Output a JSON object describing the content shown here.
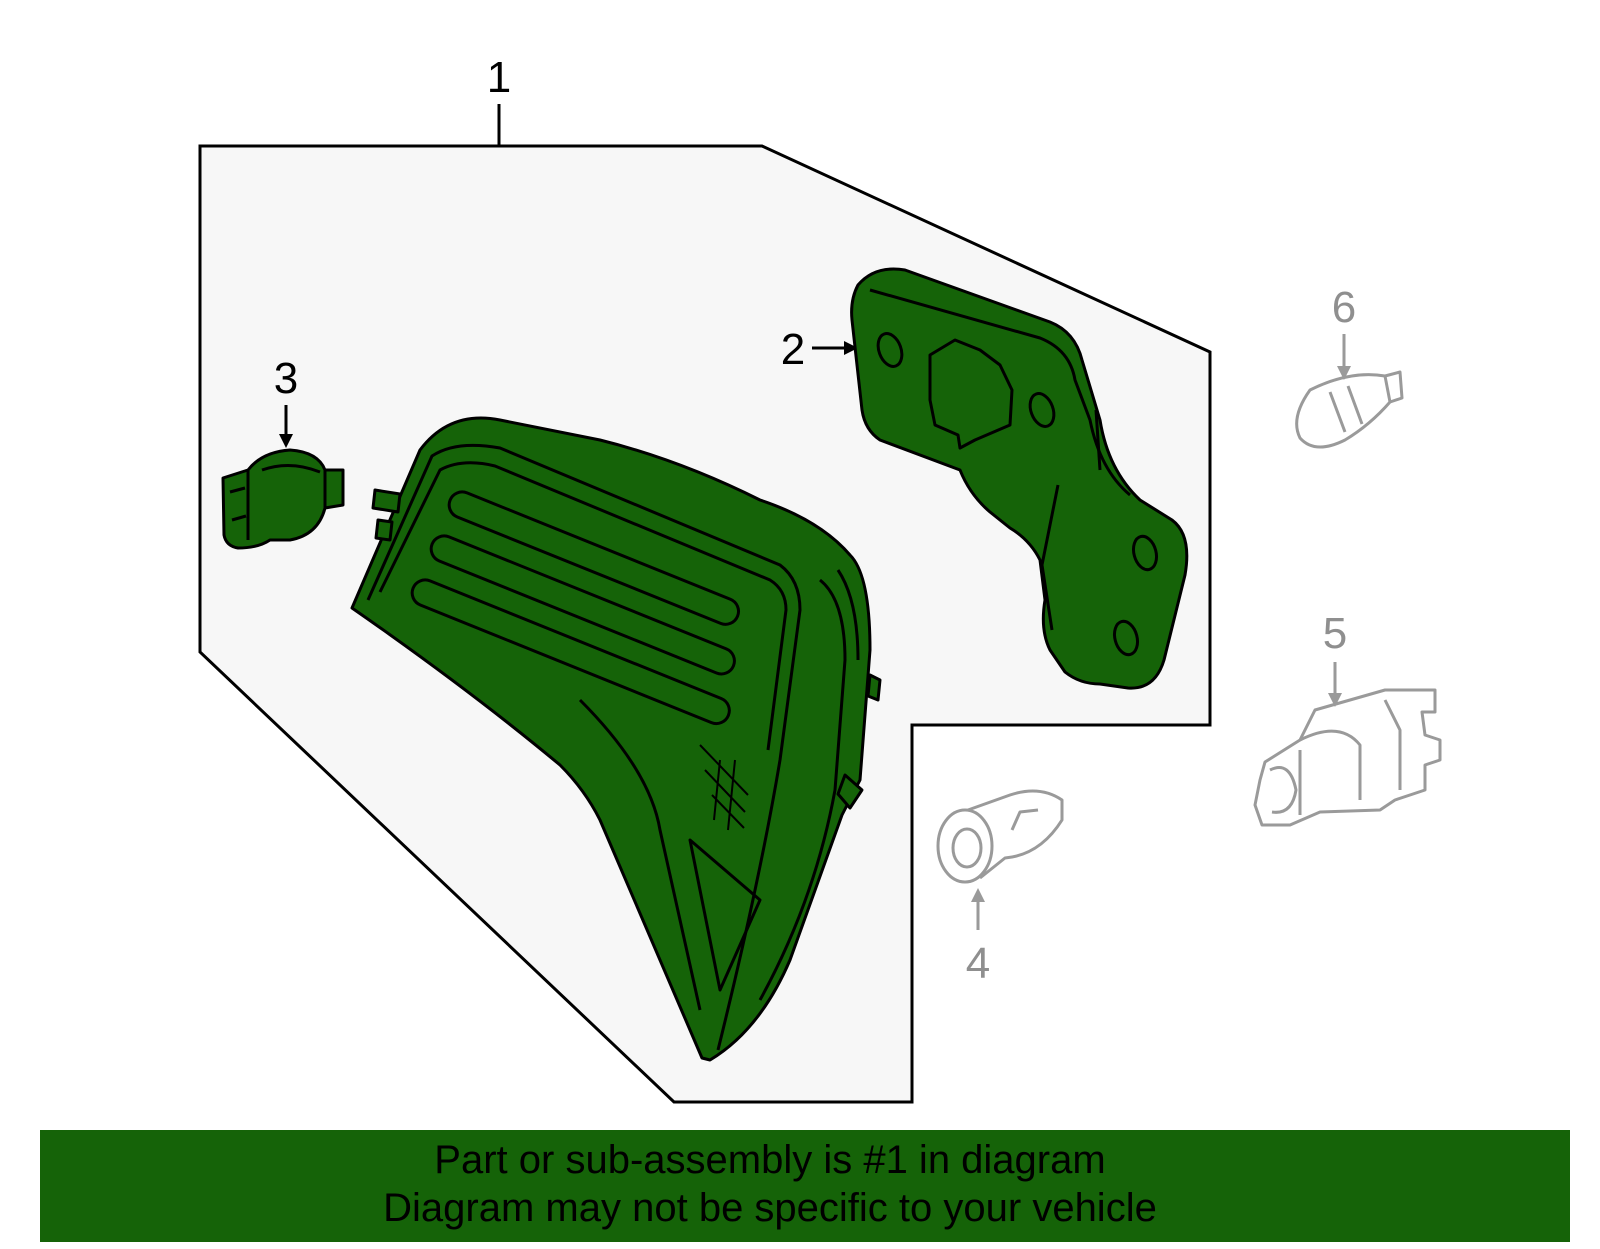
{
  "colors": {
    "highlight_fill": "#156308",
    "inactive_stroke": "#9a9a9a",
    "assembly_panel_fill": "#f7f7f7",
    "banner_background": "#156308",
    "banner_text": "#000000"
  },
  "callouts": {
    "c1": "1",
    "c2": "2",
    "c3": "3",
    "c4": "4",
    "c5": "5",
    "c6": "6"
  },
  "parts": {
    "tail_lamp": "tail-lamp-assembly",
    "gasket": "lamp-gasket",
    "socket": "bulb-socket",
    "grommet": "grommet",
    "side_socket": "socket",
    "bulb": "wedge-bulb"
  },
  "banner": {
    "line1": "Part or sub-assembly is #1 in diagram",
    "line2": "Diagram may not be specific to your vehicle"
  }
}
